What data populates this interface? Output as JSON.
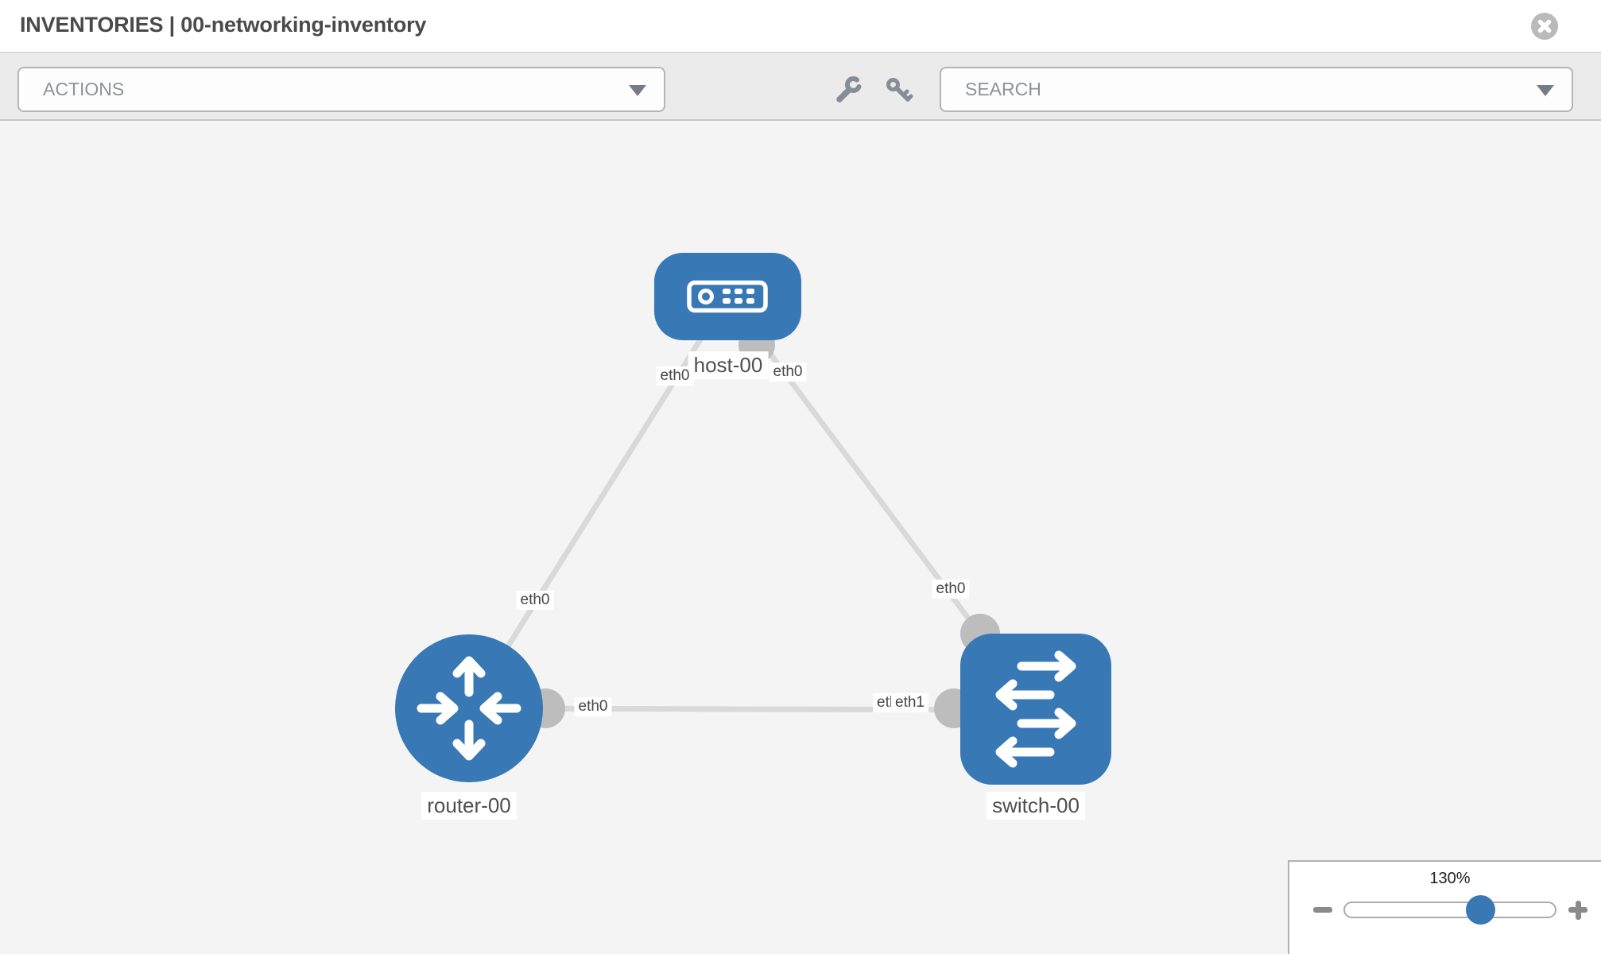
{
  "header": {
    "title": "INVENTORIES | 00-networking-inventory",
    "close_icon": "x-circle-icon"
  },
  "toolbar": {
    "actions_dropdown": {
      "placeholder": "ACTIONS"
    },
    "wrench_icon": "wrench-icon",
    "key_icon": "key-icon",
    "search_dropdown": {
      "placeholder": "SEARCH"
    }
  },
  "topology": {
    "nodes": [
      {
        "label": "host-00",
        "type": "host"
      },
      {
        "label": "router-00",
        "type": "router"
      },
      {
        "label": "switch-00",
        "type": "switch"
      }
    ],
    "links": [
      {
        "from": "host-00",
        "from_interface": "eth0",
        "to": "router-00",
        "to_interface": "eth0"
      },
      {
        "from": "host-00",
        "from_interface": "eth0",
        "to": "switch-00",
        "to_interface": "eth0"
      },
      {
        "from": "router-00",
        "from_interface": "eth0",
        "to": "switch-00",
        "to_interface": "eth1",
        "to_interface_overlapped": "eth0"
      }
    ]
  },
  "zoom_control": {
    "level": "130%",
    "zoom_out_icon": "minus-icon",
    "zoom_in_icon": "plus-icon"
  },
  "colors": {
    "node_blue": "#3878b4",
    "link_gray": "#d9d9d9",
    "endpoint_gray": "#bdbdbd",
    "slider_knob_blue": "#3878b4"
  }
}
